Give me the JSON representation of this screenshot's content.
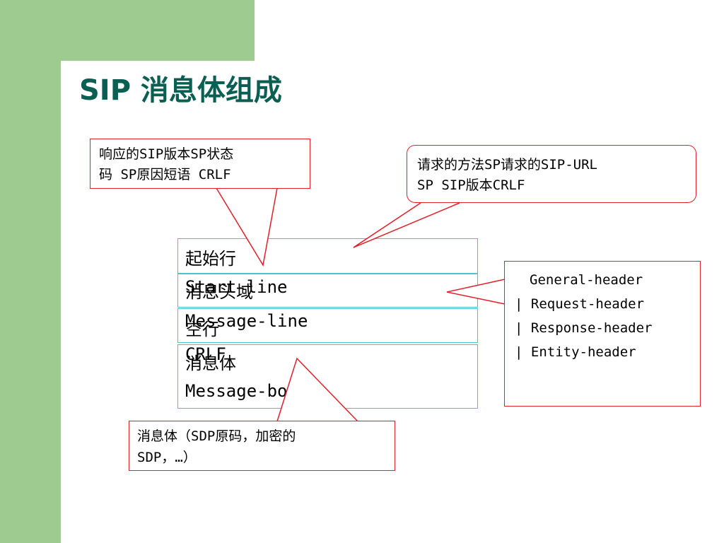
{
  "title": "SIP 消息体组成",
  "callouts": {
    "response_line": [
      "响应的SIP版本SP状态",
      "码 SP原因短语 CRLF"
    ],
    "request_line": [
      "请求的方法SP请求的SIP-URL",
      "SP SIP版本CRLF"
    ],
    "headers": [
      "General-header",
      "| Request-header",
      "| Response-header",
      "| Entity-header"
    ],
    "body": [
      "消息体（SDP原码，加密的",
      "SDP，…）"
    ]
  },
  "message_structure": [
    {
      "zh": "起始行",
      "en": "Start-line"
    },
    {
      "zh": "消息头域",
      "en": "Message-line"
    },
    {
      "zh": "空行",
      "en": "CRLF"
    },
    {
      "zh": "消息体",
      "en": "Message-body"
    }
  ],
  "colors": {
    "background_green": "#9dcb90",
    "title": "#0b5f52",
    "callout_border": "#e0202a",
    "structure_border": "#4fc1c9"
  }
}
